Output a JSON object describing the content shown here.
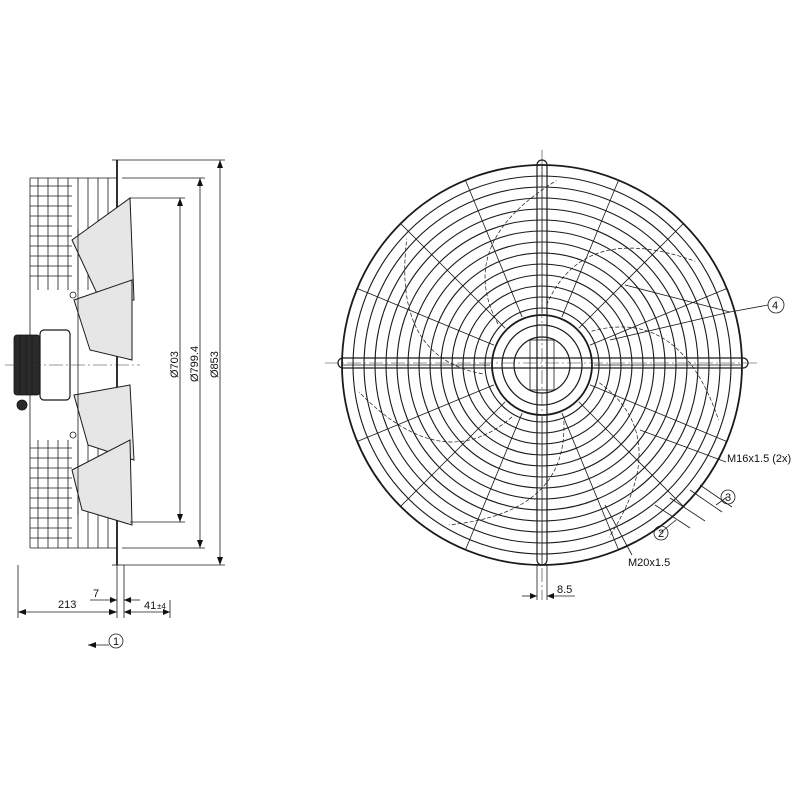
{
  "side_view": {
    "dimensions": {
      "d_inner": "Ø703",
      "d_blade": "Ø799.4",
      "d_outer": "Ø853",
      "depth": "213",
      "flange": "7",
      "overhang_value": "41",
      "overhang_tolerance": "±4"
    },
    "callout_1": "1"
  },
  "front_view": {
    "dimensions": {
      "slot_width": "8.5"
    },
    "thread_labels": {
      "m16": "M16x1.5 (2x)",
      "m20": "M20x1.5"
    },
    "callouts": {
      "c2": "2",
      "c3": "3",
      "c4": "4"
    }
  }
}
